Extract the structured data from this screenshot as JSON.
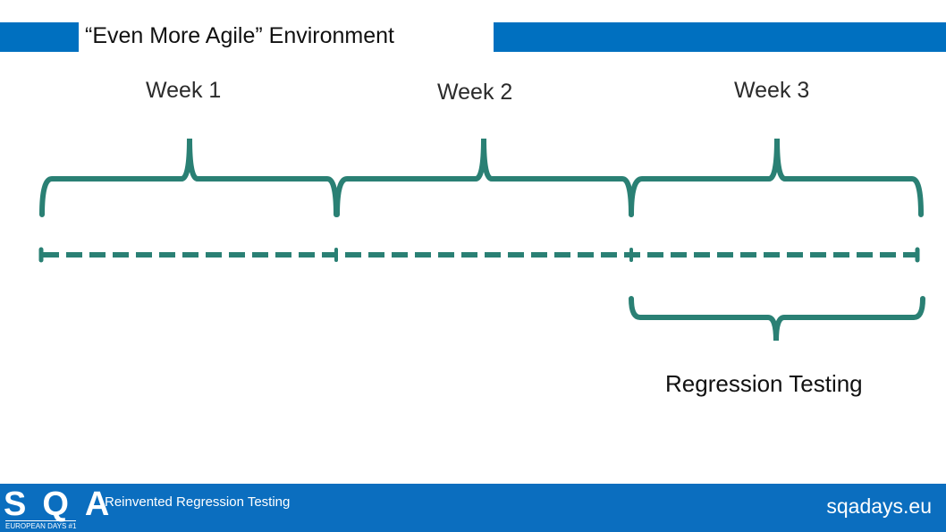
{
  "header": {
    "title": "“Even More Agile” Environment"
  },
  "weeks": [
    {
      "label": "Week 1"
    },
    {
      "label": "Week 2"
    },
    {
      "label": "Week 3"
    }
  ],
  "regression_label": "Regression Testing",
  "footer": {
    "logo_text": "SQA",
    "logo_subtext": "EUROPEAN DAYS #1",
    "presentation_title": "Reinvented Regression Testing",
    "site": "sqadays.eu"
  },
  "colors": {
    "accent": "#0070c0",
    "line": "#2a8074"
  }
}
